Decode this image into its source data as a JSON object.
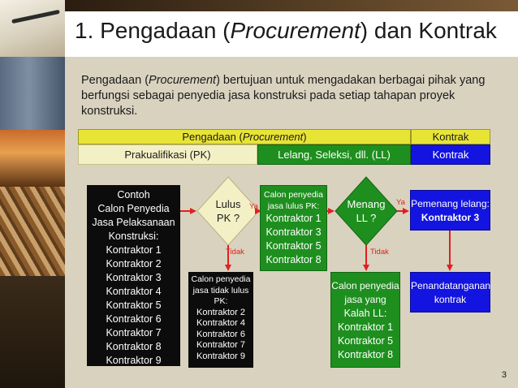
{
  "title": {
    "prefix": "1. Pengadaan (",
    "italic": "Procurement",
    "suffix": ") dan Kontrak"
  },
  "intro": {
    "before": "Pengadaan (",
    "italic": "Procurement",
    "after": ") bertujuan untuk mengadakan berbagai pihak yang berfungsi sebagai penyedia jasa konstruksi pada setiap tahapan proyek konstruksi."
  },
  "table": {
    "row1": {
      "procurement_prefix": "Pengadaan (",
      "procurement_italic": "Procurement",
      "procurement_suffix": ")",
      "kontrak": "Kontrak"
    },
    "row2": {
      "pk": "Prakualifikasi (PK)",
      "ll": "Lelang, Seleksi, dll. (LL)",
      "kontrak": "Kontrak"
    }
  },
  "flow": {
    "contoh": {
      "lines": [
        "Contoh",
        "Calon Penyedia",
        "Jasa Pelaksanaan",
        "Konstruksi:",
        "Kontraktor 1",
        "Kontraktor 2",
        "Kontraktor 3",
        "Kontraktor 4",
        "Kontraktor 5",
        "Kontraktor 6",
        "Kontraktor 7",
        "Kontraktor 8",
        "Kontraktor 9"
      ]
    },
    "lulus": {
      "lines": [
        "Lulus",
        "PK ?"
      ]
    },
    "ya1": "Ya",
    "tidak1": "Tidak",
    "lulus_pk": {
      "lines": [
        "Calon penyedia",
        "jasa lulus PK:",
        "Kontraktor 1",
        "Kontraktor 3",
        "Kontraktor 5",
        "Kontraktor 8"
      ]
    },
    "tidak_lulus": {
      "lines": [
        "Calon penyedia",
        "jasa tidak lulus",
        "PK:",
        "Kontraktor 2",
        "Kontraktor 4",
        "Kontraktor 6",
        "Kontraktor 7",
        "Kontraktor 9"
      ]
    },
    "menang": {
      "lines": [
        "Menang",
        "LL ?"
      ]
    },
    "ya2": "Ya",
    "tidak2": "Tidak",
    "kalah": {
      "lines": [
        "Calon penyedia",
        "jasa yang",
        "Kalah LL:",
        "Kontraktor 1",
        "Kontraktor 5",
        "Kontraktor 8"
      ]
    },
    "pemenang": {
      "line1": "Pemenang lelang:",
      "line2": "Kontraktor 3"
    },
    "penandatanganan": {
      "lines": [
        "Penandatanganan",
        "kontrak"
      ]
    }
  },
  "slide_number": "3",
  "colors": {
    "yellow": "#e8e436",
    "green": "#1e8f1e",
    "blue": "#1414e0",
    "black": "#0c0c0c",
    "red_label": "#e02020"
  }
}
